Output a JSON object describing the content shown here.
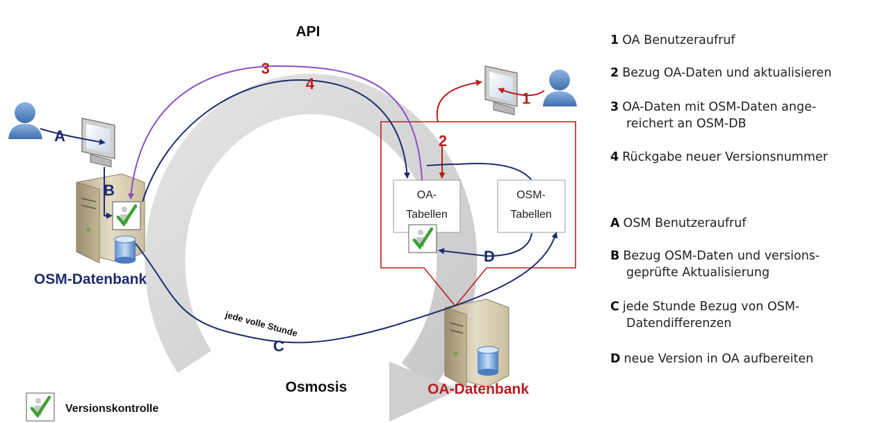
{
  "diagram": {
    "api_label": "API",
    "osmosis_label": "Osmosis",
    "osm_db_label": "OSM-Datenbank",
    "oa_db_label": "OA-Datenbank",
    "oa_tables_line1": "OA-",
    "oa_tables_line2": "Tabellen",
    "osm_tables_line1": "OSM-",
    "osm_tables_line2": "Tabellen",
    "hourly_label": "jede volle Stunde",
    "step_labels": {
      "s1": "1",
      "s2": "2",
      "s3": "3",
      "s4": "4",
      "sA": "A",
      "sB": "B",
      "sC": "C",
      "sD": "D"
    },
    "version_control_label": "Versionskontrolle",
    "colors": {
      "navy": "#1d2b6e",
      "red": "#b81e1e",
      "purple": "#8a4fc4",
      "ring": "#d0d0d0"
    }
  },
  "legend": {
    "k1": "1",
    "t1a": "OA Benutzeraufruf",
    "t1b": "",
    "k2": "2",
    "t2a": "Bezug OA-Daten und aktualisieren",
    "t2b": "",
    "k3": "3",
    "t3a": "OA-Daten mit OSM-Daten ange-",
    "t3b": "reichert an OSM-DB",
    "k4": "4",
    "t4a": "Rückgabe neuer Versionsnummer",
    "t4b": "",
    "kA": "A",
    "tAa": "OSM Benutzeraufruf",
    "tAb": "",
    "kB": "B",
    "tBa": "Bezug OSM-Daten und versions-",
    "tBb": "geprüfte Aktualisierung",
    "kC": "C",
    "tCa": "jede Stunde Bezug von OSM-",
    "tCb": "Datendifferenzen",
    "kD": "D",
    "tDa": "neue Version in OA aufbereiten",
    "tDb": ""
  }
}
